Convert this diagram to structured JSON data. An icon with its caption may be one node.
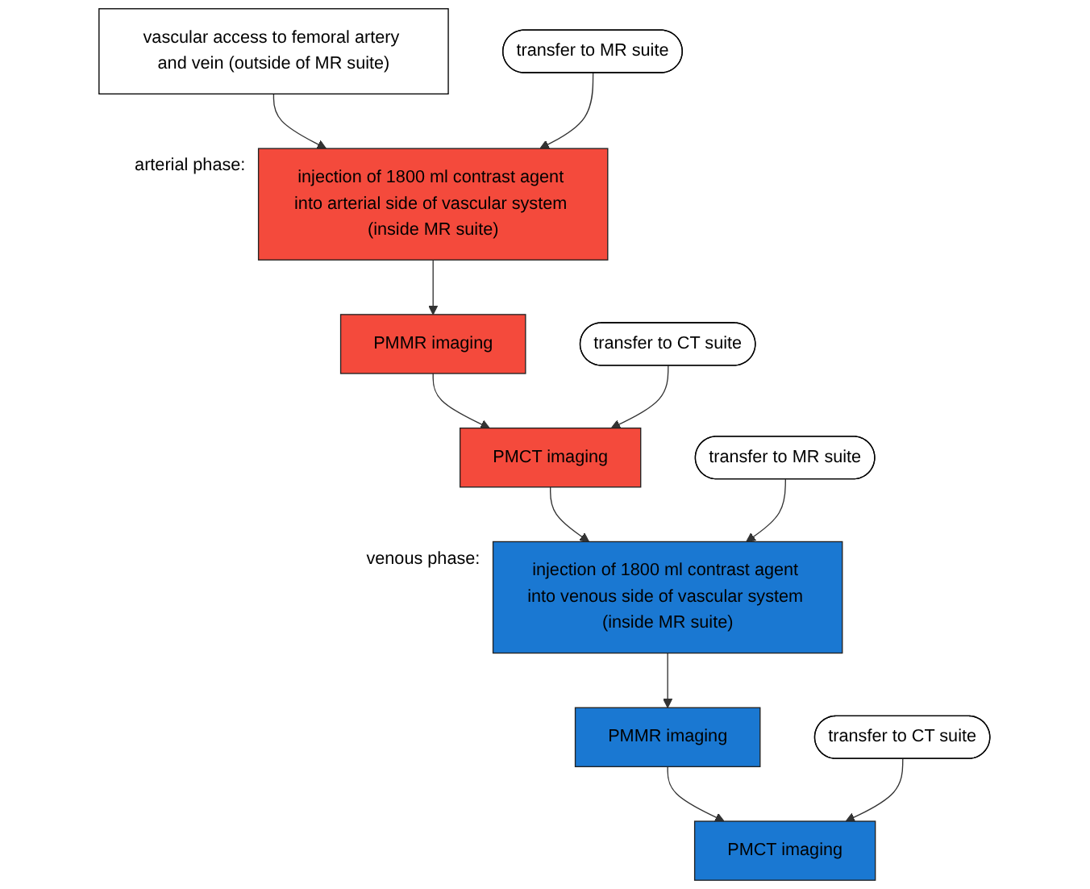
{
  "diagram": {
    "nodes": [
      {
        "text": [
          "vascular access to femoral artery and vein (outside of MR suite)"
        ]
      },
      {
        "text": [
          "transfer to MR suite"
        ]
      },
      {
        "text": [
          "injection of 1800 ml contrast agent into arterial side of vascular system (inside MR suite)"
        ],
        "beside": [
          "arterial phase:"
        ]
      },
      {
        "text": [
          "PMMR imaging"
        ]
      },
      {
        "text": [
          "transfer to CT suite"
        ]
      },
      {
        "text": [
          "PMCT imaging"
        ]
      },
      {
        "text": [
          "transfer to MR suite"
        ]
      },
      {
        "text": [
          "injection of 1800 ml contrast agent into venous side of vascular system (inside MR suite)"
        ],
        "beside": [
          "venous phase:"
        ]
      },
      {
        "text": [
          "PMMR imaging"
        ]
      },
      {
        "text": [
          "transfer to CT suite"
        ]
      },
      {
        "text": [
          "PMCT imaging"
        ]
      }
    ],
    "edges": [
      {
        "from": 0,
        "to": 2,
        "arrow": "to"
      },
      {
        "from": 1,
        "to": 2,
        "arrow": "to"
      },
      {
        "from": 2,
        "to": 3,
        "arrow": "to"
      },
      {
        "from": 3,
        "to": 5,
        "arrow": "to"
      },
      {
        "from": 4,
        "to": 5,
        "arrow": "to"
      },
      {
        "from": 5,
        "to": 7,
        "arrow": "to"
      },
      {
        "from": 6,
        "to": 7,
        "arrow": "to"
      },
      {
        "from": 7,
        "to": 8,
        "arrow": "to"
      },
      {
        "from": 8,
        "to": 10,
        "arrow": "to"
      },
      {
        "from": 9,
        "to": 10,
        "arrow": "to"
      }
    ]
  }
}
